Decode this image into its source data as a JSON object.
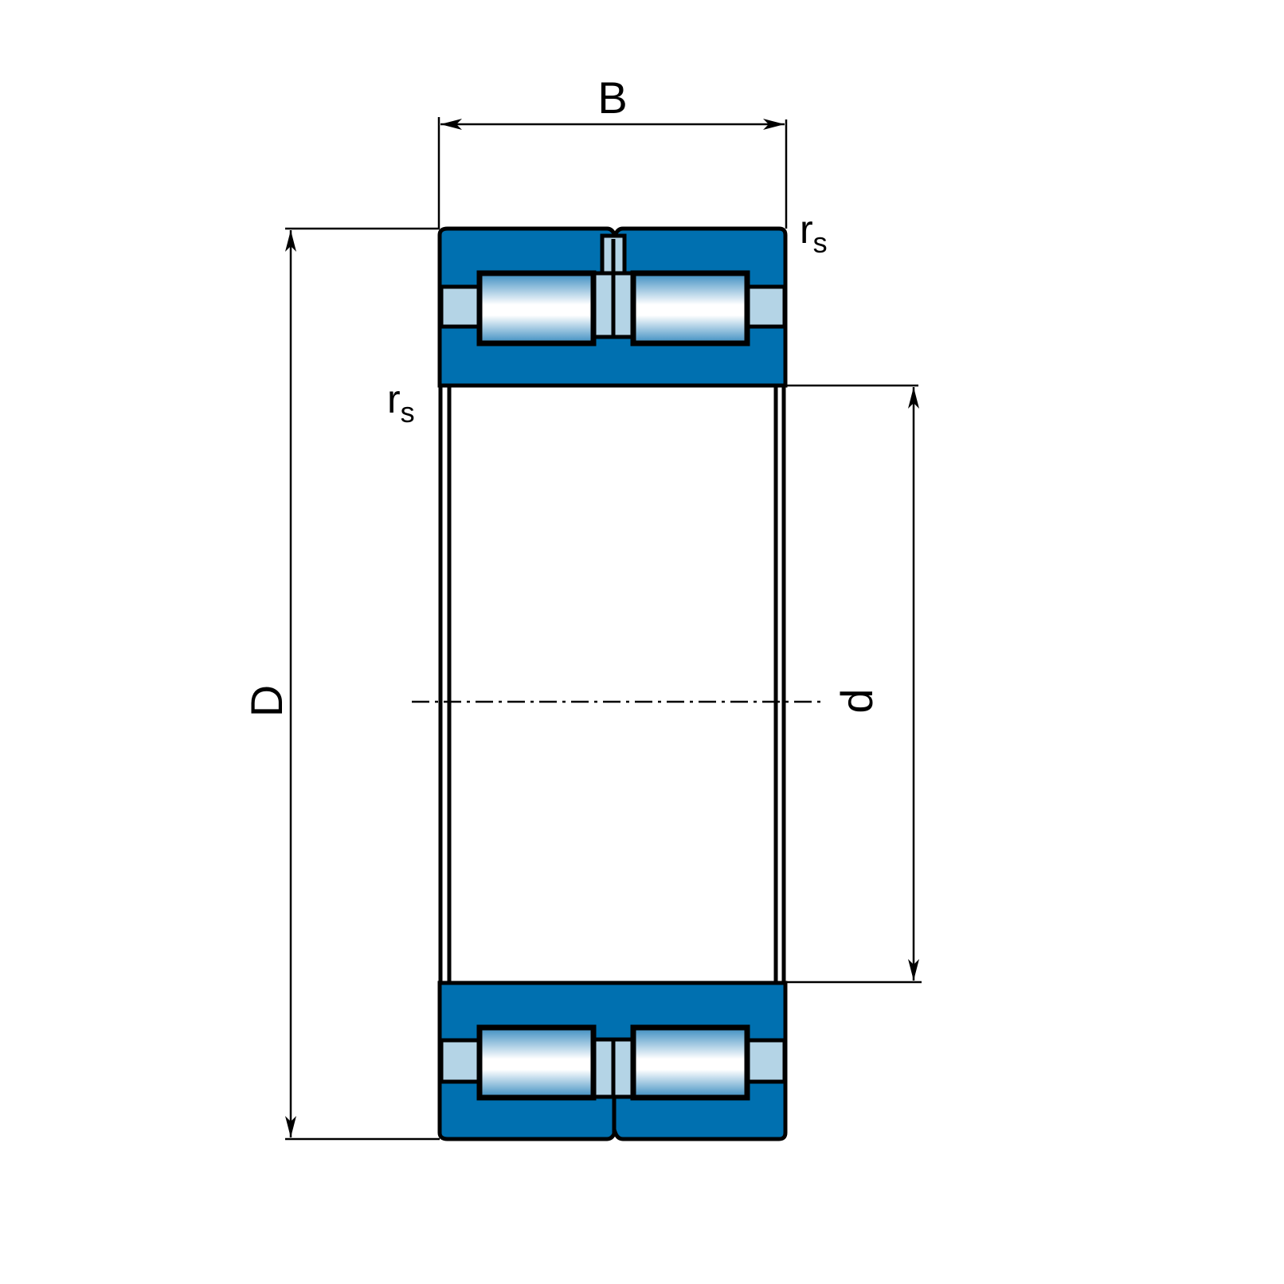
{
  "labels": {
    "width": "B",
    "outer_diameter": "D",
    "bore_diameter": "d",
    "radius_top": "r",
    "radius_top_sub": "s",
    "radius_left": "r",
    "radius_left_sub": "s"
  },
  "colors": {
    "ring": "#0070b0",
    "cage": "#b4d4e6",
    "outline": "#000000"
  }
}
